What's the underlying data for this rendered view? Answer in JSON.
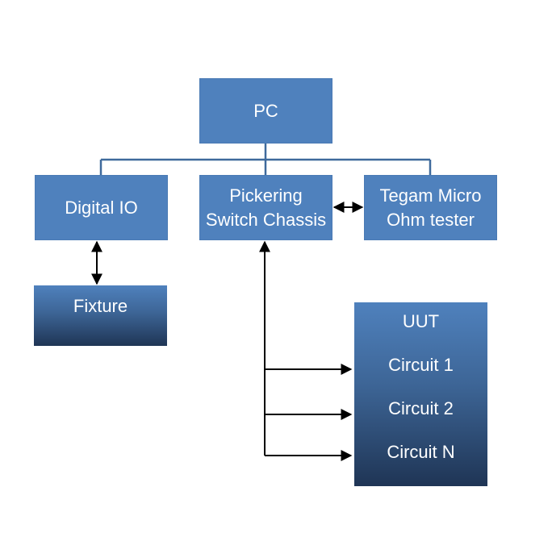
{
  "diagram": {
    "nodes": {
      "pc": "PC",
      "digital_io": "Digital IO",
      "pickering_line1": "Pickering",
      "pickering_line2": "Switch Chassis",
      "tegam_line1": "Tegam Micro",
      "tegam_line2": "Ohm tester",
      "fixture": "Fixture",
      "uut_title": "UUT",
      "uut_circuit1": "Circuit 1",
      "uut_circuit2": "Circuit 2",
      "uut_circuitn": "Circuit N"
    },
    "edges": [
      {
        "from": "PC",
        "to": "Digital IO",
        "style": "line"
      },
      {
        "from": "PC",
        "to": "Pickering Switch Chassis",
        "style": "line"
      },
      {
        "from": "PC",
        "to": "Tegam Micro Ohm tester",
        "style": "line"
      },
      {
        "from": "Digital IO",
        "to": "Fixture",
        "style": "double-arrow"
      },
      {
        "from": "Pickering Switch Chassis",
        "to": "Tegam Micro Ohm tester",
        "style": "double-arrow"
      },
      {
        "from": "Pickering Switch Chassis",
        "to": "Circuit 1",
        "style": "arrow"
      },
      {
        "from": "Pickering Switch Chassis",
        "to": "Circuit 2",
        "style": "arrow"
      },
      {
        "from": "Pickering Switch Chassis",
        "to": "Circuit N",
        "style": "arrow"
      }
    ],
    "colors": {
      "box_fill": "#4f81bd",
      "box_border": "#4a7ab4",
      "gradient_dark": "#1f3555",
      "tree_line": "#3f6a9c",
      "arrow": "#000000",
      "text": "#ffffff"
    }
  }
}
